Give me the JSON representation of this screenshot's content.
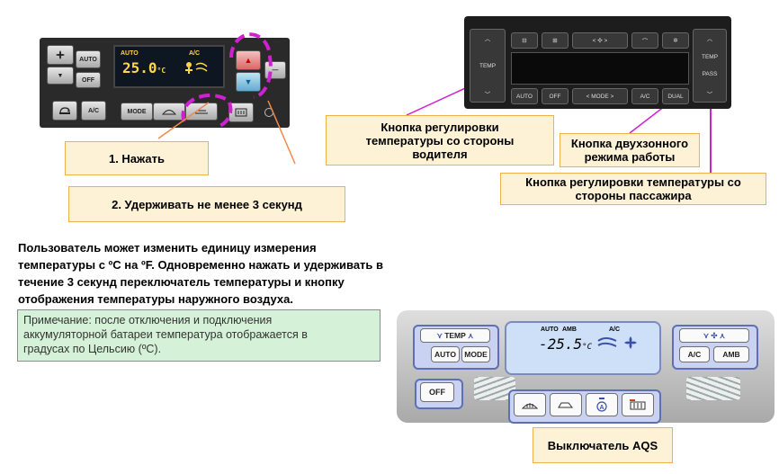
{
  "callouts": {
    "press": "1. Нажать",
    "hold": "2. Удерживать не менее 3 секунд",
    "driver_temp": [
      "Кнопка регулировки",
      "температуры со стороны",
      "водителя"
    ],
    "dual_mode": [
      "Кнопка двухзонного",
      "режима работы"
    ],
    "passenger_temp": [
      "Кнопка регулировки температуры со",
      "стороны пассажира"
    ],
    "aqs": "Выключатель AQS"
  },
  "instructions": [
    "Пользователь может изменить единицу измерения",
    "температуры с ºС на ºF. Одновременно нажать и удерживать в",
    "течение 3 секунд переключатель температуры и кнопку",
    "отображения температуры наружного воздуха."
  ],
  "note": [
    "Примечание: после отключения и подключения",
    "аккумуляторной батареи температура отображается в",
    "градусах по Цельсию (ºС)."
  ],
  "panel1": {
    "auto": "AUTO",
    "off": "OFF",
    "ac": "A/C",
    "mode": "MODE",
    "lcd_auto": "AUTO",
    "lcd_ac": "A/C",
    "lcd_temp": "25.0",
    "lcd_unit": "°C",
    "down_arrow": "▼",
    "up_arrow": "▲"
  },
  "panel2": {
    "temp_left": "TEMP",
    "temp_right": "TEMP",
    "pass": "PASS",
    "auto": "AUTO",
    "off": "OFF",
    "mode": "<  MODE  >",
    "ac": "A/C",
    "dual": "DUAL"
  },
  "panel3": {
    "temp": "TEMP",
    "auto": "AUTO",
    "mode": "MODE",
    "ac": "A/C",
    "amb": "AMB",
    "off": "OFF",
    "lcd_auto": "AUTO",
    "lcd_amb": "AMB",
    "lcd_ac": "A/C",
    "lcd_temp": "-25.5",
    "lcd_unit": "°C"
  },
  "colors": {
    "callout_bg": "#fdf1d6",
    "callout_border": "#f0b04a",
    "note_bg": "#d5f2d8",
    "pointer_magenta": "#d020d0",
    "pointer_orange": "#f08a4a"
  }
}
